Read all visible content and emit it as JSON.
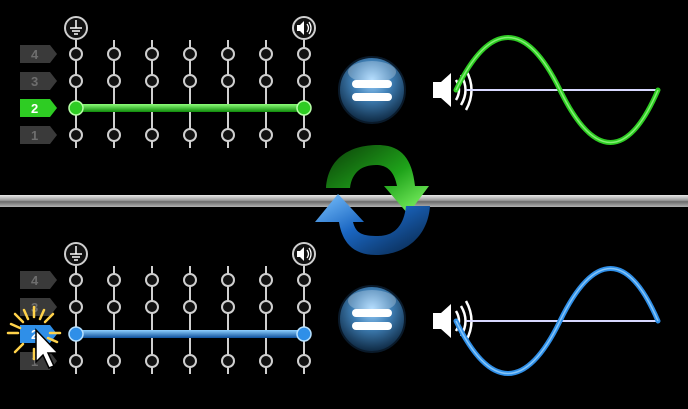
{
  "colors": {
    "background": "#000000",
    "top_accent": "#2ecc23",
    "bottom_accent": "#2f8fe8",
    "inactive_tag": "#3a3a3a",
    "inactive_text": "#6e6e6e",
    "divider": "#bdbdbd"
  },
  "icons": {
    "ground": "ground-icon",
    "speaker_small": "speaker-icon",
    "equals": "equals-icon",
    "refresh": "swap-arrows-icon",
    "speaker_large": "speaker-icon",
    "wave": "sine-wave-icon",
    "cursor": "mouse-pointer-icon",
    "click_burst": "click-burst-icon"
  },
  "top_panel": {
    "level_labels": [
      "4",
      "3",
      "2",
      "1"
    ],
    "active_level": "2"
  },
  "bottom_panel": {
    "level_labels": [
      "4",
      "3",
      "2",
      "1"
    ],
    "active_level": "2"
  }
}
